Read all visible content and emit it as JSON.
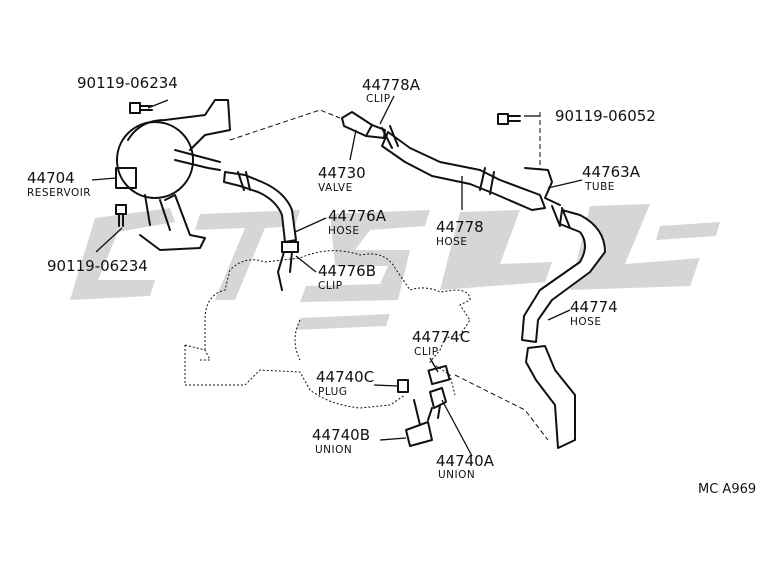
{
  "diagram": {
    "reference_code": "MC A969",
    "watermark": "watermark-logo",
    "parts": [
      {
        "id": "p1",
        "number": "90119-06234",
        "label": ""
      },
      {
        "id": "p2",
        "number": "44704",
        "label": "RESERVOIR"
      },
      {
        "id": "p3",
        "number": "90119-06234",
        "label": ""
      },
      {
        "id": "p4",
        "number": "44778A",
        "label": "CLIP"
      },
      {
        "id": "p5",
        "number": "44730",
        "label": "VALVE"
      },
      {
        "id": "p6",
        "number": "44778",
        "label": "HOSE"
      },
      {
        "id": "p7",
        "number": "90119-06052",
        "label": ""
      },
      {
        "id": "p8",
        "number": "44763A",
        "label": "TUBE"
      },
      {
        "id": "p9",
        "number": "44776A",
        "label": "HOSE"
      },
      {
        "id": "p10",
        "number": "44776B",
        "label": "CLIP"
      },
      {
        "id": "p11",
        "number": "44774",
        "label": "HOSE"
      },
      {
        "id": "p12",
        "number": "44774C",
        "label": "CLIP"
      },
      {
        "id": "p13",
        "number": "44740C",
        "label": "PLUG"
      },
      {
        "id": "p14",
        "number": "44740B",
        "label": "UNION"
      },
      {
        "id": "p15",
        "number": "44740A",
        "label": "UNION"
      }
    ]
  }
}
